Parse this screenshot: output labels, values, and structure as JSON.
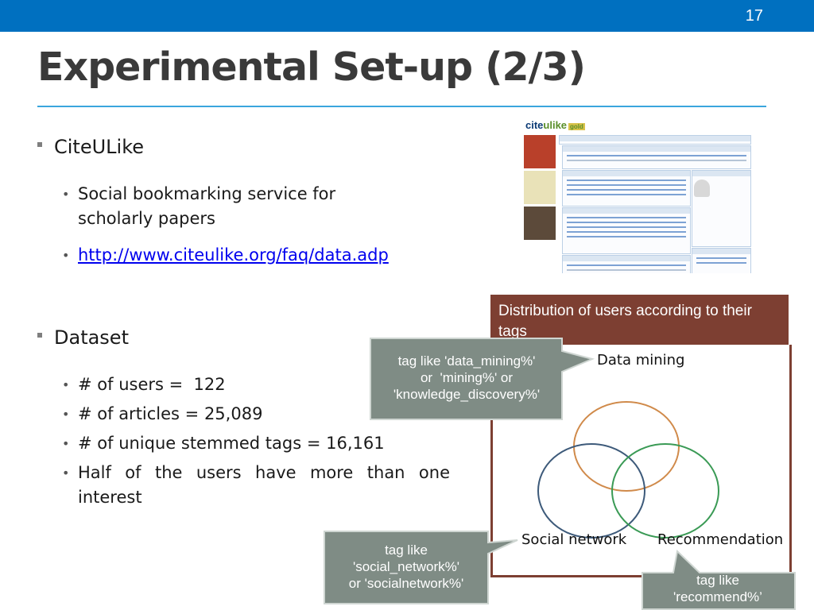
{
  "slide": {
    "number": "17",
    "title": "Experimental Set-up (2/3)"
  },
  "bullets": {
    "citeulike": {
      "label": "CiteULike",
      "sub1": "Social bookmarking service for scholarly papers",
      "link": "http://www.citeulike.org/faq/data.adp"
    },
    "dataset": {
      "label": "Dataset",
      "users": "# of users =  122",
      "articles": "# of articles = 25,089",
      "tags": "# of unique stemmed tags = 16,161",
      "interest": "Half of the users have more than one interest"
    }
  },
  "screenshot": {
    "logo_main": "cite",
    "logo_accent": "ulike",
    "badge": "gold"
  },
  "distribution": {
    "header": "Distribution of users according to their tags",
    "labels": {
      "data_mining": "Data mining",
      "social_network": "Social network",
      "recommendation": "Recommendation"
    }
  },
  "callouts": {
    "data_mining": [
      "tag like 'data_mining%'",
      "or  'mining%' or",
      "'knowledge_discovery%'"
    ],
    "social_network": [
      "tag like",
      "'social_network%'",
      "or 'socialnetwork%'"
    ],
    "recommend": [
      "tag like",
      "'recommend%’"
    ]
  },
  "colors": {
    "topbar": "#0070c0",
    "title_rule": "#3aa6dd",
    "dist_header": "#7d3f32",
    "callout_fill": "#7f8c85",
    "circle_data_mining": "#d08a4a",
    "circle_social": "#3d5a7a",
    "circle_recommendation": "#3a9a55"
  }
}
